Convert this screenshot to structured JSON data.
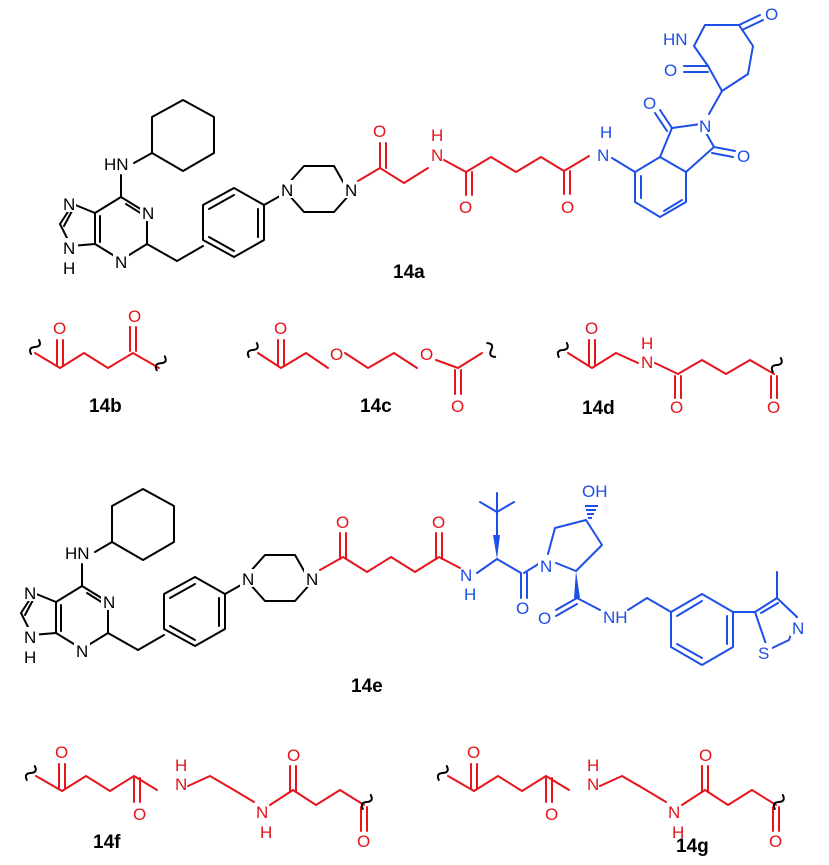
{
  "colors": {
    "scaffold": "#000000",
    "linker": "#e5151b",
    "ligand": "#1e4fe6"
  },
  "compounds": {
    "c14a": {
      "label": "14a",
      "scaffold_atoms": {
        "hn": "HN",
        "n1": "N",
        "n3": "N",
        "n7": "N",
        "n9": "N",
        "h9": "H",
        "npip1": "N",
        "npip2": "N"
      },
      "linker_atoms": {
        "o1": "O",
        "nh": "H",
        "n": "N",
        "o2": "O",
        "o3": "O"
      },
      "ligand_atoms": {
        "nh": "N",
        "h": "H",
        "hn": "HN",
        "o_top": "O",
        "o_left": "O",
        "n_imide": "N",
        "o_up": "O",
        "o_down": "O"
      }
    },
    "c14b": {
      "label": "14b",
      "atoms": {
        "o1": "O",
        "o2": "O"
      }
    },
    "c14c": {
      "label": "14c",
      "atoms": {
        "o1": "O",
        "o2": "O",
        "o3": "O",
        "o4": "O"
      }
    },
    "c14d": {
      "label": "14d",
      "atoms": {
        "o1": "O",
        "h": "H",
        "n": "N",
        "o2": "O",
        "o3": "O"
      }
    },
    "c14e": {
      "label": "14e",
      "scaffold_atoms": {
        "hn": "HN",
        "n1": "N",
        "n3": "N",
        "n7": "N",
        "n9": "N",
        "h9": "H",
        "npip1": "N",
        "npip2": "N"
      },
      "linker_atoms": {
        "o1": "O",
        "o2": "O"
      },
      "ligand_atoms": {
        "nh": "N",
        "h": "H",
        "oh": "OH",
        "n_pro": "N",
        "o_am": "O",
        "o_am2": "O",
        "nh2": "NH",
        "n_thz": "N",
        "s_thz": "S"
      }
    },
    "c14f": {
      "label": "14f",
      "atoms": {
        "o1": "O",
        "o2": "O",
        "h1": "H",
        "n1": "N",
        "n2": "N",
        "h2": "H",
        "o3": "O",
        "o4": "O"
      }
    },
    "c14g": {
      "label": "14g",
      "atoms": {
        "o1": "O",
        "o2": "O",
        "h1": "H",
        "n1": "N",
        "n2": "N",
        "h2": "H",
        "o3": "O",
        "o4": "O"
      }
    }
  }
}
